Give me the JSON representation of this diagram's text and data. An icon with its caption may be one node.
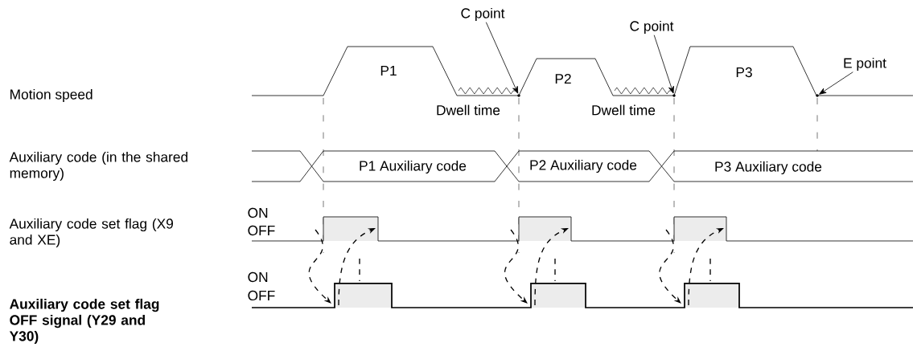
{
  "diagram": {
    "nodes": [
      {
        "text": [
          "C point"
        ]
      },
      {
        "text": [
          "C point"
        ]
      },
      {
        "text": [
          "E point"
        ]
      },
      {
        "text": [],
        "shape": "circle"
      },
      {
        "text": [],
        "shape": "circle"
      },
      {
        "text": [],
        "shape": "circle"
      }
    ],
    "edges": [
      {
        "from": 0,
        "to": 3,
        "arrow": "to"
      },
      {
        "from": 1,
        "to": 4,
        "arrow": "to"
      },
      {
        "from": 2,
        "to": 5,
        "arrow": "to"
      }
    ],
    "labels": [
      "Motion speed",
      "P1",
      "P2",
      "P3",
      "Dwell time",
      "Dwell time",
      "Auxiliary code (in the shared memory)",
      "P1 Auxiliary code",
      "P2 Auxiliary code",
      "P3 Auxiliary code",
      "Auxiliary code set flag (X9 and XE)",
      "ON",
      "OFF",
      "Auxiliary code set flag OFF signal (Y29 and Y30)",
      "ON",
      "OFF"
    ]
  }
}
